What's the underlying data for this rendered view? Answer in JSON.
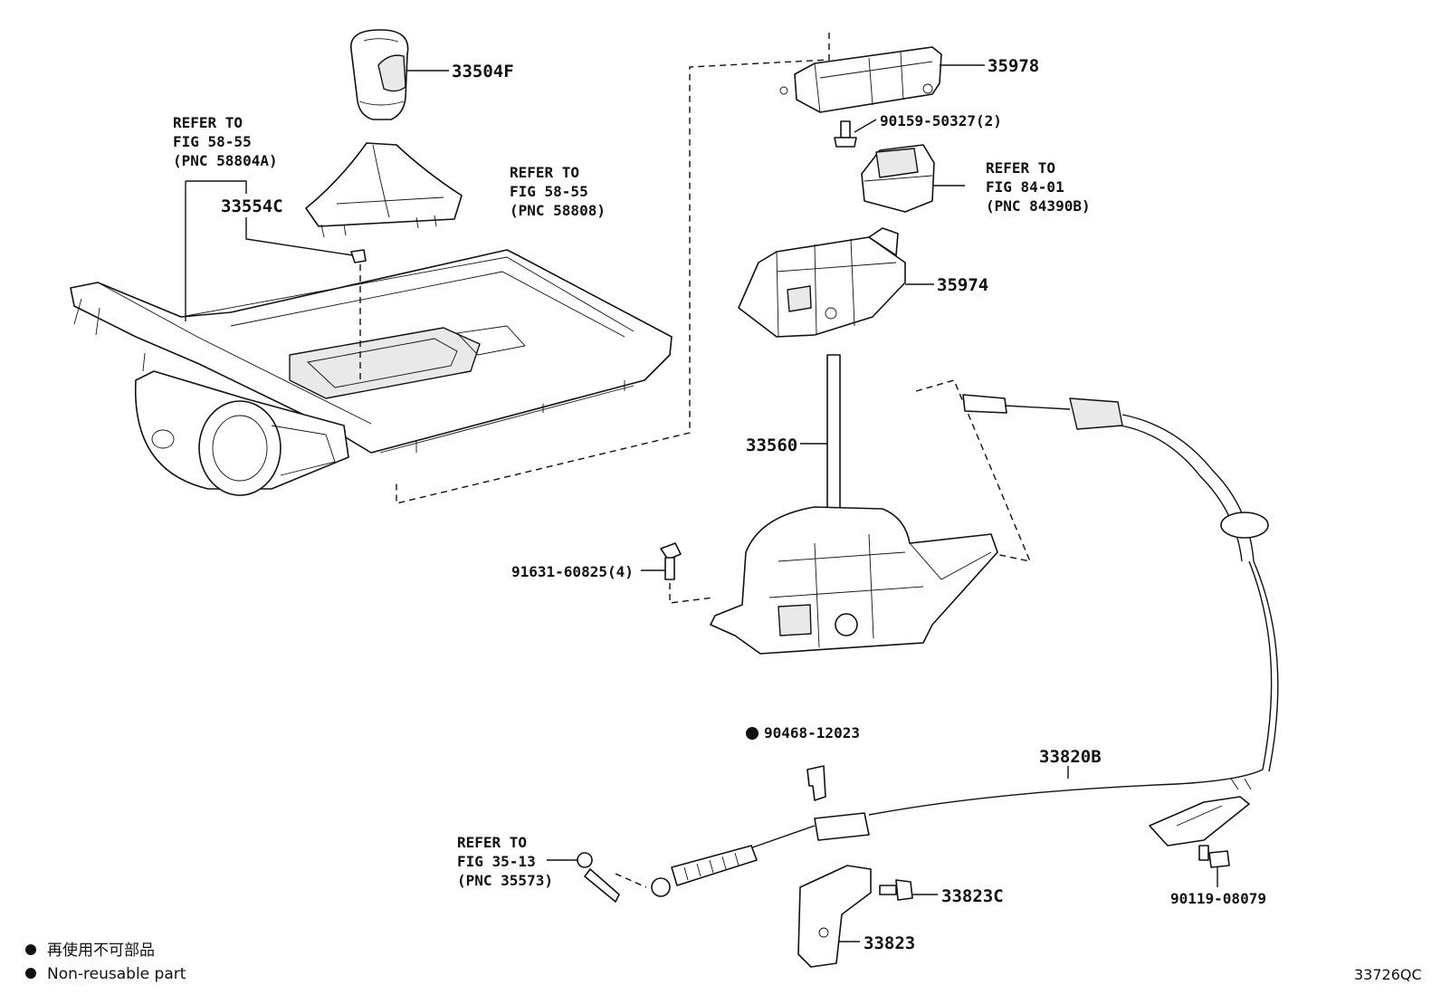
{
  "parts": {
    "p33504F": "33504F",
    "p33554C": "33554C",
    "p35978": "35978",
    "p90159": "90159-50327(2)",
    "p35974": "35974",
    "p33560": "33560",
    "p91631": "91631-60825(4)",
    "p90468": "90468-12023",
    "p33820B": "33820B",
    "p33823C": "33823C",
    "p33823": "33823",
    "p90119": "90119-08079"
  },
  "refs": {
    "r1": {
      "line1": "REFER TO",
      "line2": "FIG 58-55",
      "line3": "(PNC 58804A)"
    },
    "r2": {
      "line1": "REFER TO",
      "line2": "FIG 58-55",
      "line3": "(PNC 58808)"
    },
    "r3": {
      "line1": "REFER TO",
      "line2": "FIG 84-01",
      "line3": "(PNC 84390B)"
    },
    "r4": {
      "line1": "REFER TO",
      "line2": "FIG 35-13",
      "line3": "(PNC 35573)"
    }
  },
  "legend": {
    "line1": "再使用不可部品",
    "line2": "Non-reusable part"
  },
  "diagram_code": "33726QC"
}
